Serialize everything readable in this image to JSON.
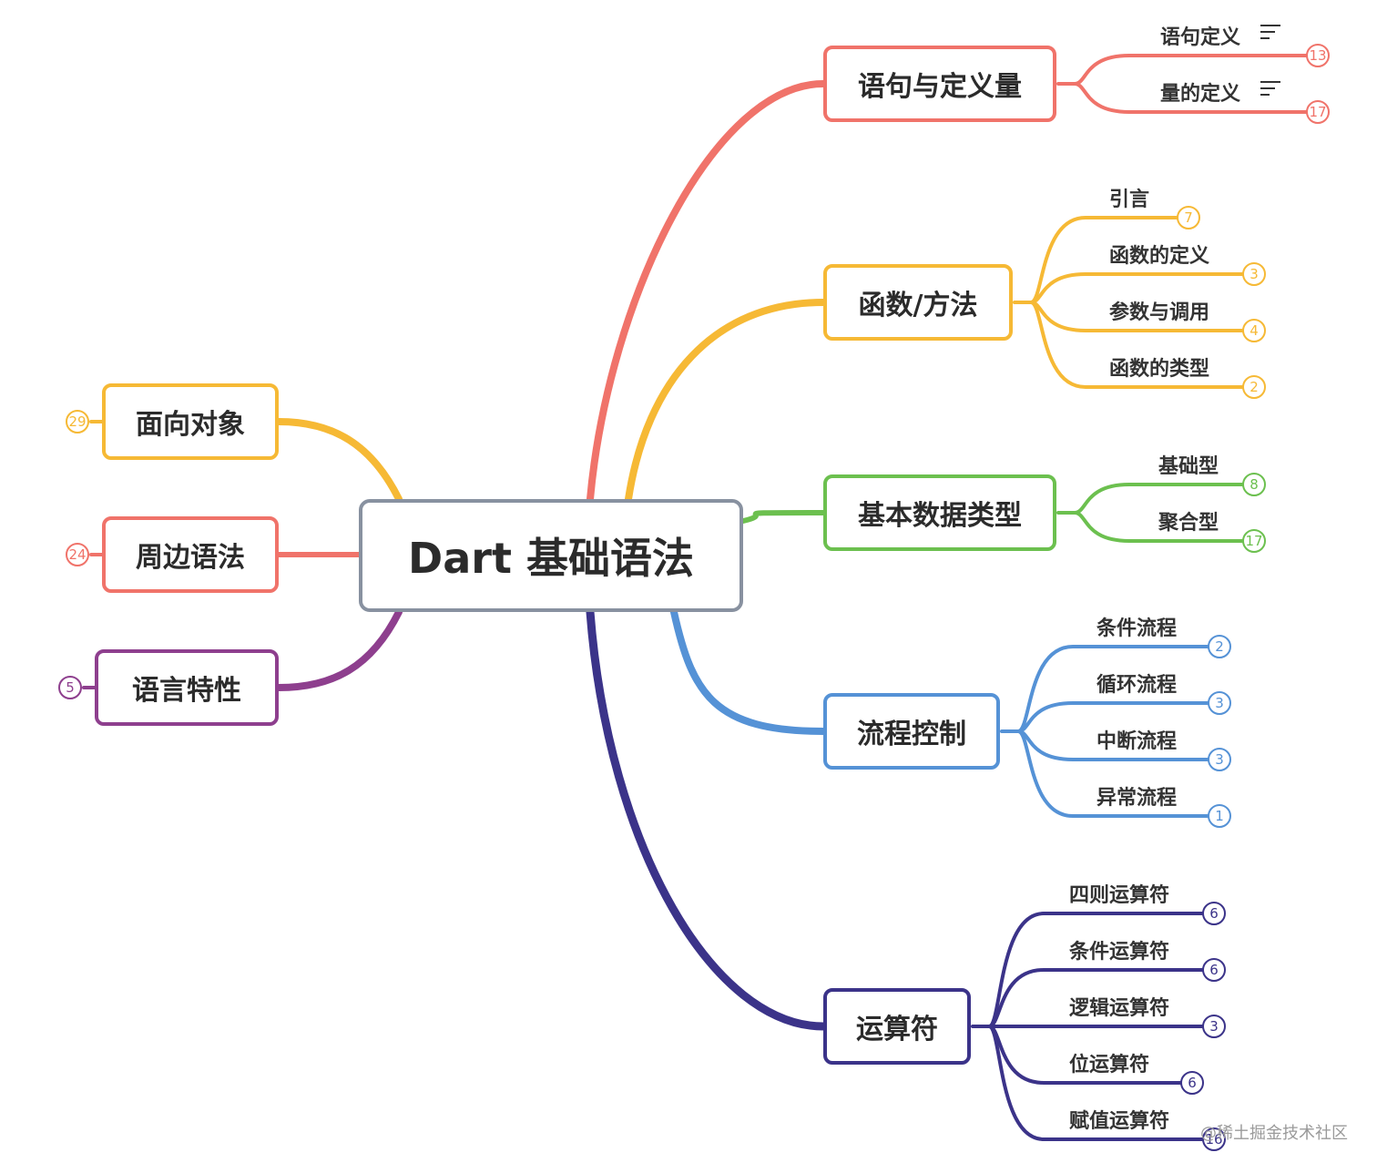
{
  "root": {
    "label": "Dart 基础语法"
  },
  "right_branches": [
    {
      "label": "语句与定义量",
      "color": "#f0736a",
      "children": [
        {
          "label": "语句定义",
          "count": "13",
          "note": true
        },
        {
          "label": "量的定义",
          "count": "17",
          "note": true
        }
      ]
    },
    {
      "label": "函数/方法",
      "color": "#f6b935",
      "children": [
        {
          "label": "引言",
          "count": "7"
        },
        {
          "label": "函数的定义",
          "count": "3"
        },
        {
          "label": "参数与调用",
          "count": "4"
        },
        {
          "label": "函数的类型",
          "count": "2"
        }
      ]
    },
    {
      "label": "基本数据类型",
      "color": "#6cc04f",
      "children": [
        {
          "label": "基础型",
          "count": "8"
        },
        {
          "label": "聚合型",
          "count": "17"
        }
      ]
    },
    {
      "label": "流程控制",
      "color": "#5592d6",
      "children": [
        {
          "label": "条件流程",
          "count": "2"
        },
        {
          "label": "循环流程",
          "count": "3"
        },
        {
          "label": "中断流程",
          "count": "3"
        },
        {
          "label": "异常流程",
          "count": "1"
        }
      ]
    },
    {
      "label": "运算符",
      "color": "#3b3389",
      "children": [
        {
          "label": "四则运算符",
          "count": "6"
        },
        {
          "label": "条件运算符",
          "count": "6"
        },
        {
          "label": "逻辑运算符",
          "count": "3"
        },
        {
          "label": "位运算符",
          "count": "6"
        },
        {
          "label": "赋值运算符",
          "count": "16"
        }
      ]
    }
  ],
  "left_branches": [
    {
      "label": "面向对象",
      "color": "#f6b935",
      "count": "29"
    },
    {
      "label": "周边语法",
      "color": "#f0736a",
      "count": "24"
    },
    {
      "label": "语言特性",
      "color": "#8e3f8e",
      "count": "5"
    }
  ],
  "watermark": "@稀土掘金技术社区"
}
